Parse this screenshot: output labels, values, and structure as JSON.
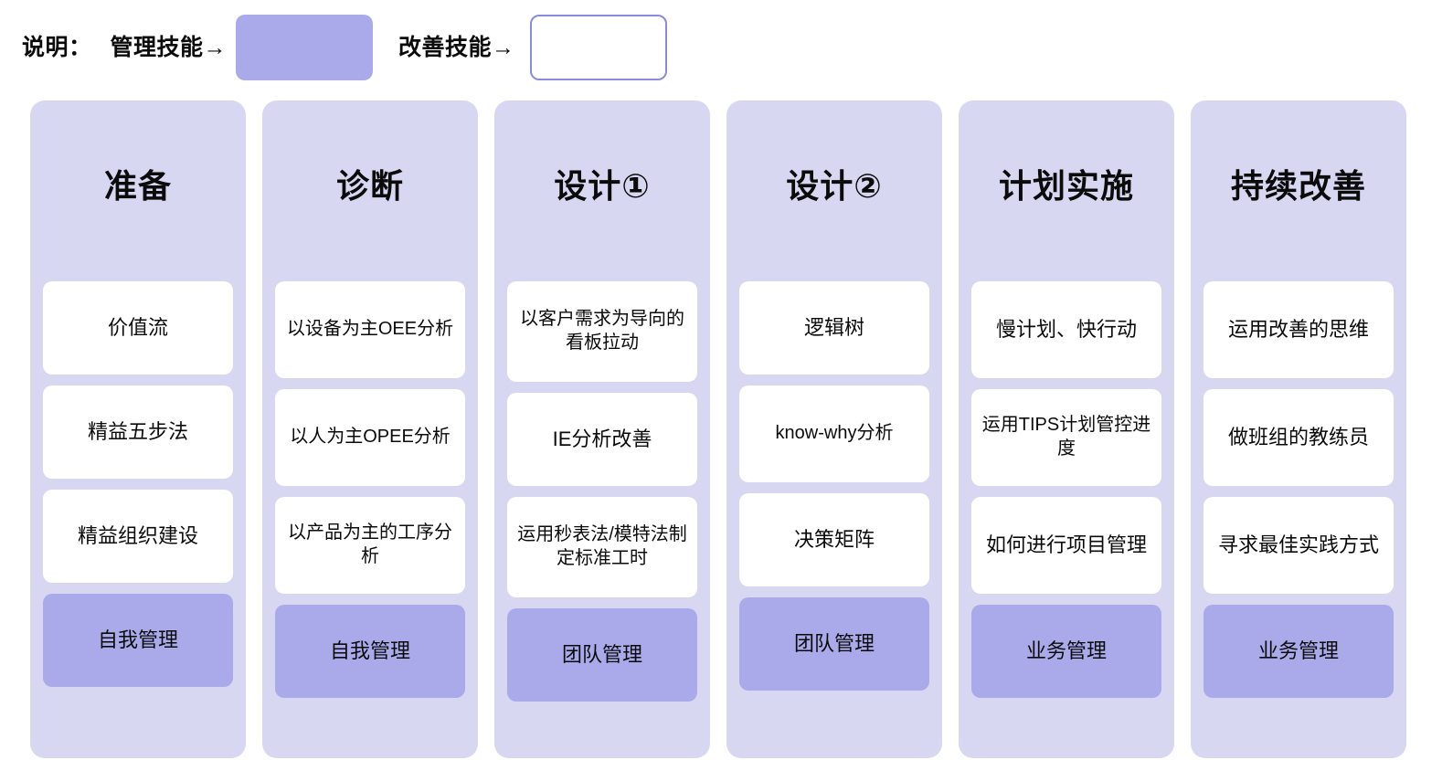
{
  "legend": {
    "caption": "说明：",
    "management_label": "管理技能→",
    "management_swatch_color": "#aaaaea",
    "improvement_label": "改善技能→",
    "improvement_swatch_color": "#ffffff",
    "improvement_swatch_border": "#8a8ae0"
  },
  "palette": {
    "column_background": "#d7d7f2",
    "card_background": "#ffffff",
    "accent_card_background": "#aaaaea",
    "page_background": "#ffffff",
    "text": "#0b0b0b"
  },
  "columns": [
    {
      "title": "准备",
      "cards": [
        {
          "text": "价值流",
          "type": "skill"
        },
        {
          "text": "精益五步法",
          "type": "skill"
        },
        {
          "text": "精益组织建设",
          "type": "skill"
        }
      ],
      "footer": {
        "text": "自我管理",
        "type": "management"
      }
    },
    {
      "title": "诊断",
      "cards": [
        {
          "text": "以设备为主OEE分析",
          "type": "skill"
        },
        {
          "text": "以人为主OPEE分析",
          "type": "skill"
        },
        {
          "text": "以产品为主的工序分析",
          "type": "skill"
        }
      ],
      "footer": {
        "text": "自我管理",
        "type": "management"
      }
    },
    {
      "title": "设计①",
      "cards": [
        {
          "text": "以客户需求为导向的看板拉动",
          "type": "skill"
        },
        {
          "text": "IE分析改善",
          "type": "skill"
        },
        {
          "text": "运用秒表法/模特法制定标准工时",
          "type": "skill"
        }
      ],
      "footer": {
        "text": "团队管理",
        "type": "management"
      }
    },
    {
      "title": "设计②",
      "cards": [
        {
          "text": "逻辑树",
          "type": "skill"
        },
        {
          "text": "know-why分析",
          "type": "skill"
        },
        {
          "text": "决策矩阵",
          "type": "skill"
        }
      ],
      "footer": {
        "text": "团队管理",
        "type": "management"
      }
    },
    {
      "title": "计划实施",
      "cards": [
        {
          "text": "慢计划、快行动",
          "type": "skill"
        },
        {
          "text": "运用TIPS计划管控进度",
          "type": "skill"
        },
        {
          "text": "如何进行项目管理",
          "type": "skill"
        }
      ],
      "footer": {
        "text": "业务管理",
        "type": "management"
      }
    },
    {
      "title": "持续改善",
      "cards": [
        {
          "text": "运用改善的思维",
          "type": "skill"
        },
        {
          "text": "做班组的教练员",
          "type": "skill"
        },
        {
          "text": "寻求最佳实践方式",
          "type": "skill"
        }
      ],
      "footer": {
        "text": "业务管理",
        "type": "management"
      }
    }
  ]
}
